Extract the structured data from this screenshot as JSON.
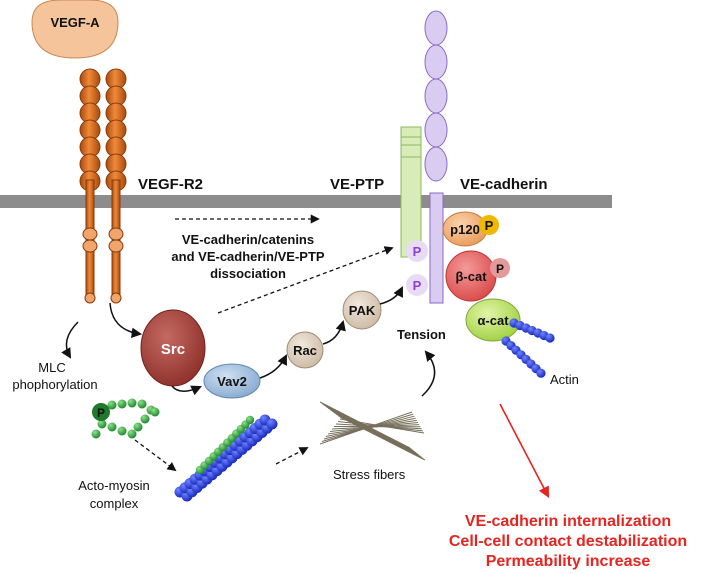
{
  "labels": {
    "vegf_a": "VEGF-A",
    "vegf_r2": "VEGF-R2",
    "ve_ptp": "VE-PTP",
    "ve_cadherin": "VE-cadherin",
    "dissociation_line1": "VE-cadherin/catenins",
    "dissociation_line2": "and VE-cadherin/VE-PTP",
    "dissociation_line3": "dissociation",
    "src": "Src",
    "vav2": "Vav2",
    "rac": "Rac",
    "pak": "PAK",
    "p120": "p120",
    "beta_cat": "β-cat",
    "alpha_cat": "α-cat",
    "phospho": "P",
    "tension": "Tension",
    "actin": "Actin",
    "mlc_line1": "MLC",
    "mlc_line2": "phophorylation",
    "actomyosin_line1": "Acto-myosin",
    "actomyosin_line2": "complex",
    "stress_fibers": "Stress fibers"
  },
  "outcomes": [
    "VE-cadherin internalization",
    "Cell-cell contact destabilization",
    "Permeability increase"
  ],
  "colors": {
    "membrane": "#8c8c8c",
    "receptor": "#d4651a",
    "vegf": "#f5c49a",
    "cadherin": "#d9ccf0",
    "veptp": "#d7ecb8",
    "src": "#a0413a",
    "vav2": "#9fc0df",
    "rac_pak": "#ddd0c0",
    "p120": "#f2b27a",
    "beta_cat": "#ec6a6a",
    "alpha_cat": "#c6e87a",
    "actin": "#2a3fd8",
    "myosin": "#2f9e3c",
    "outcome": "#e52520"
  }
}
